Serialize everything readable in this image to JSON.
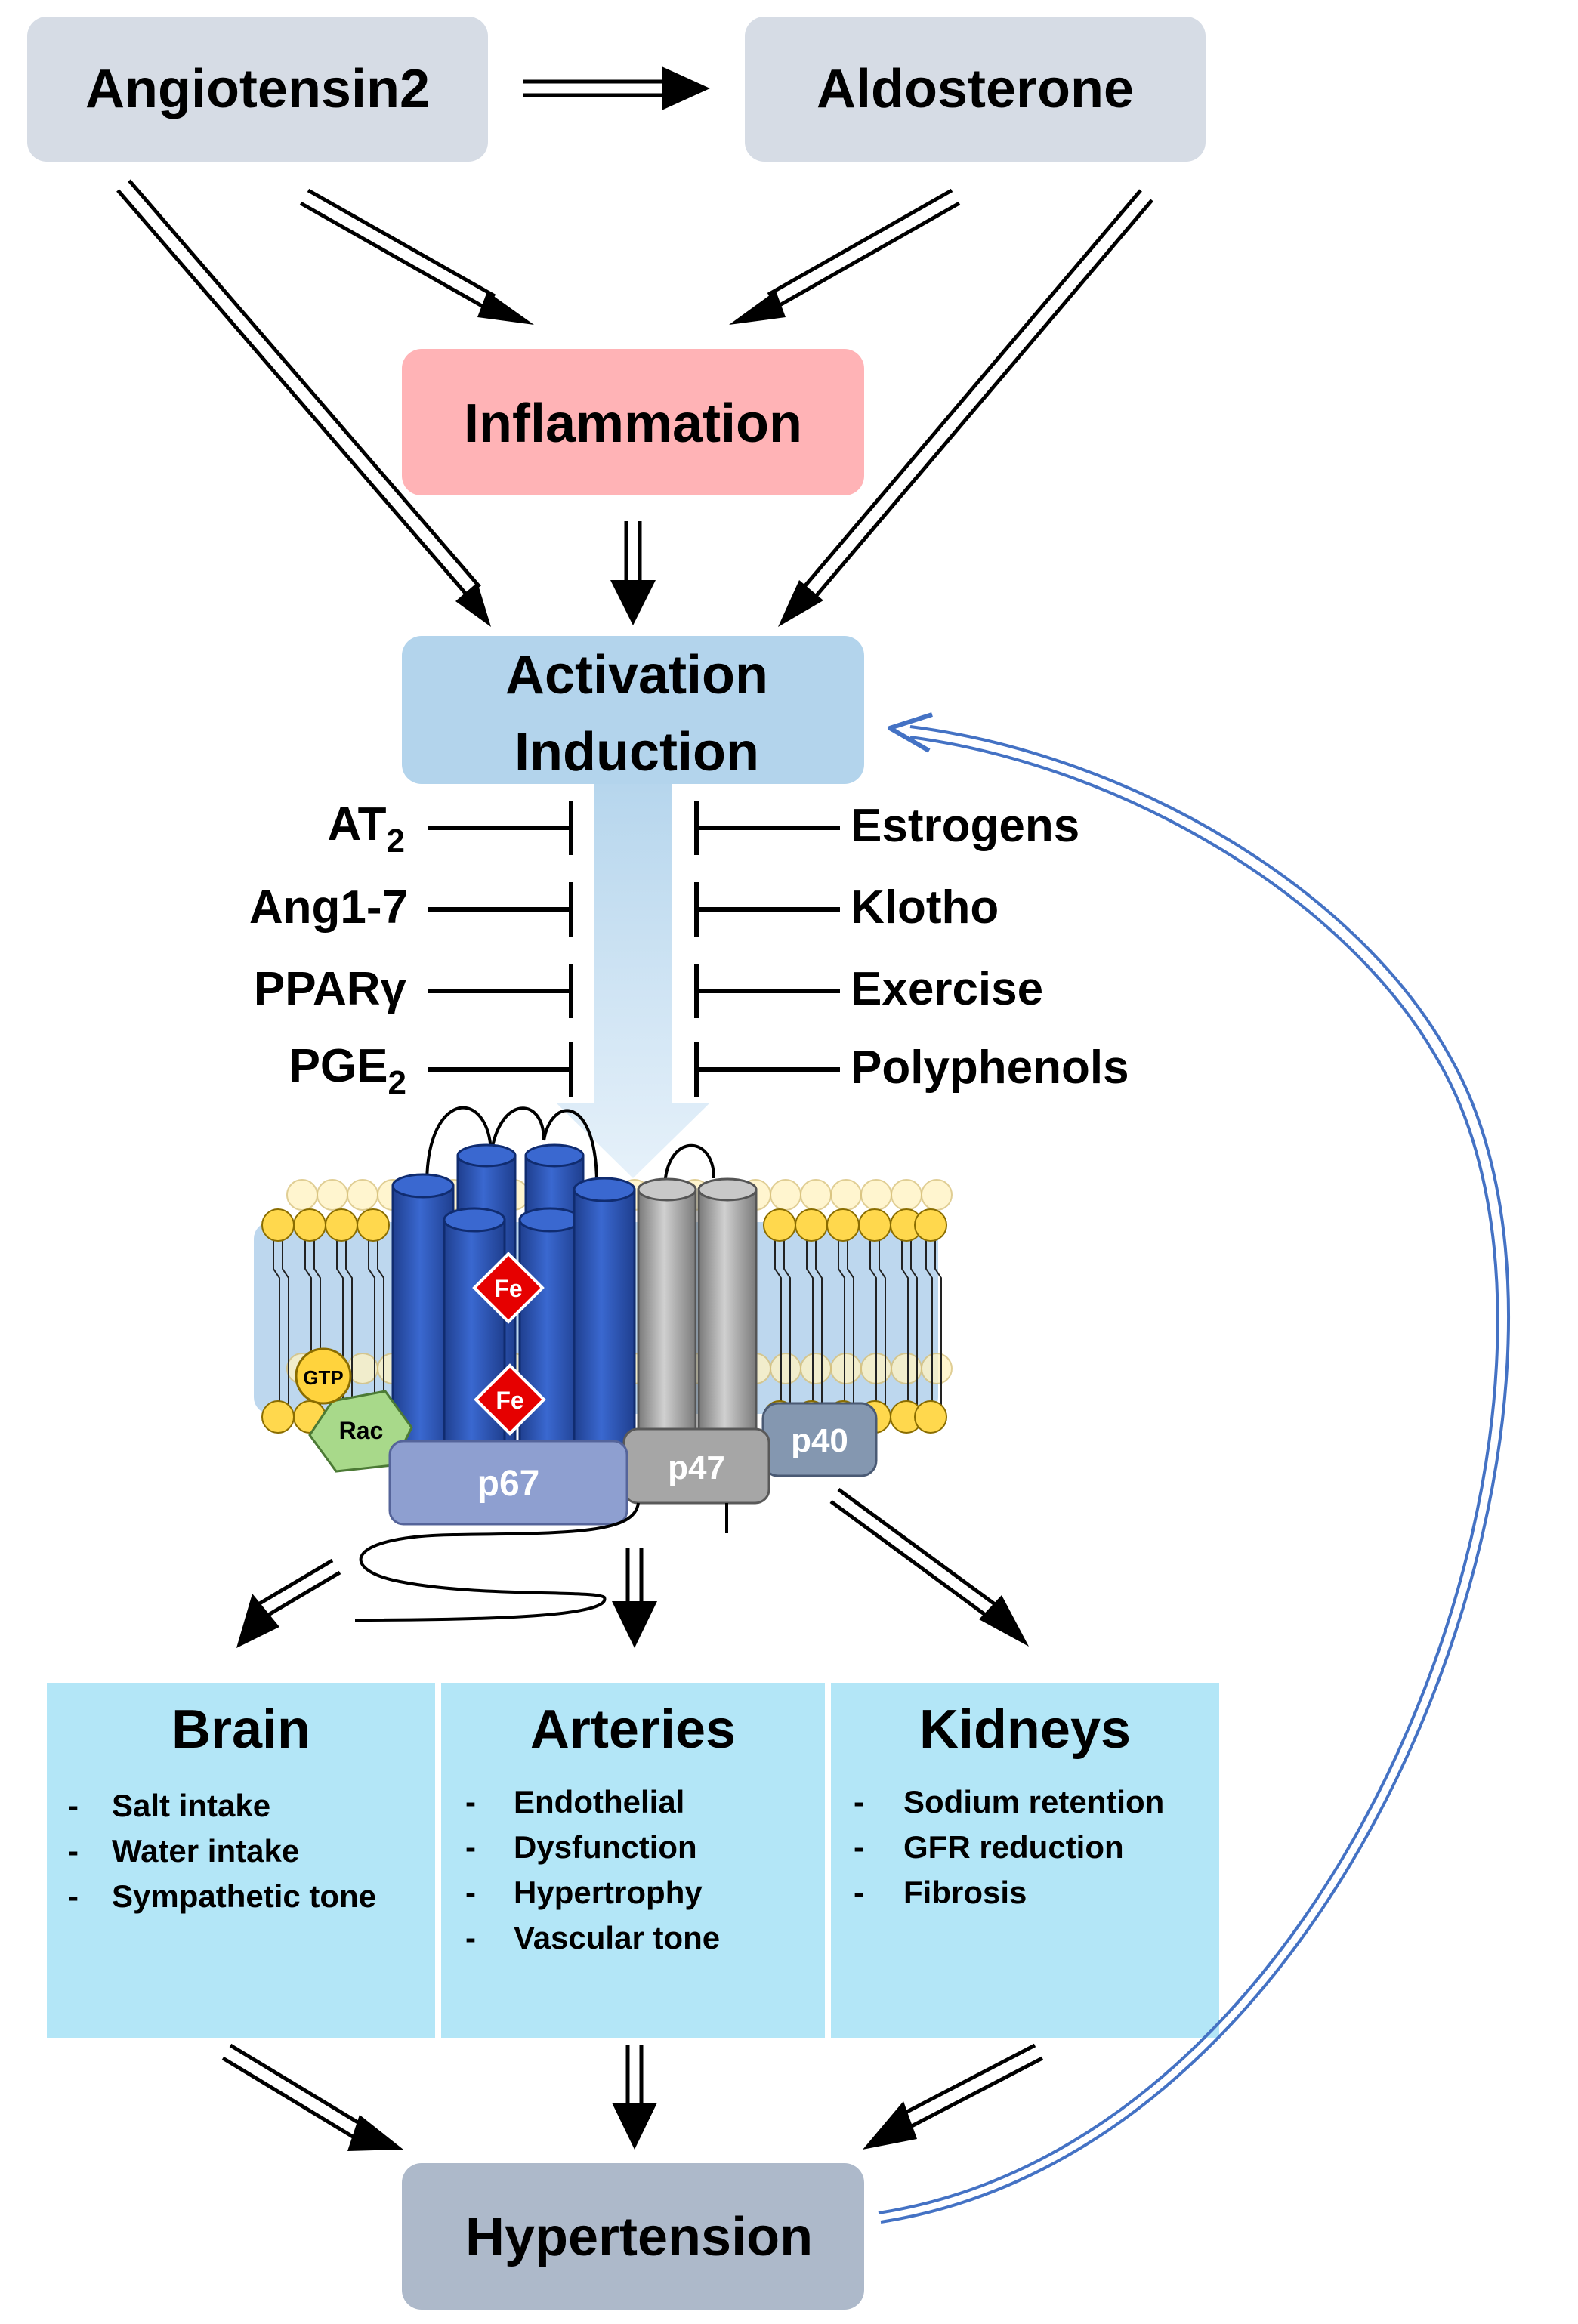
{
  "top": {
    "angiotensin": "Angiotensin2",
    "aldosterone": "Aldosterone",
    "inflammation": "Inflammation",
    "activation_line1": "Activation",
    "activation_line2": "Induction"
  },
  "inhibitors_left": [
    {
      "main": "AT",
      "sub": "2"
    },
    {
      "main": "Ang1-7",
      "sub": ""
    },
    {
      "main": "PPARγ",
      "sub": ""
    },
    {
      "main": "PGE",
      "sub": "2"
    }
  ],
  "inhibitors_right": [
    "Estrogens",
    "Klotho",
    "Exercise",
    "Polyphenols"
  ],
  "enzyme": {
    "fe": "Fe",
    "gtp": "GTP",
    "rac": "Rac",
    "p67": "p67",
    "p47": "p47",
    "p40": "p40"
  },
  "organs": [
    {
      "title": "Brain",
      "items": [
        "Salt intake",
        "Water intake",
        "Sympathetic tone"
      ]
    },
    {
      "title": "Arteries",
      "items": [
        "Endothelial",
        "Dysfunction",
        "Hypertrophy",
        "Vascular tone"
      ]
    },
    {
      "title": "Kidneys",
      "items": [
        "Sodium retention",
        "GFR reduction",
        "Fibrosis"
      ]
    }
  ],
  "bullet": "-",
  "bottom": {
    "hypertension": "Hypertension"
  },
  "colors": {
    "top_box": "#d6dce5",
    "inflammation": "#ffb3b6",
    "activation": "#b3d4ec",
    "organ_box": "#b3e6f7",
    "hypertension": "#adb9ca",
    "feedback_arrow": "#4472c4",
    "nox_blue": "#2f58b7",
    "nox_gray": "#a6a6a6",
    "fe_red": "#e60000",
    "gtp_yellow": "#ffd33d",
    "rac_green": "#a8d98a",
    "p67": "#8e9fd0",
    "p47": "#a6a6a6",
    "p40": "#8497b0",
    "lipid_head": "#ffd84d",
    "membrane": "#bdd7ee"
  }
}
